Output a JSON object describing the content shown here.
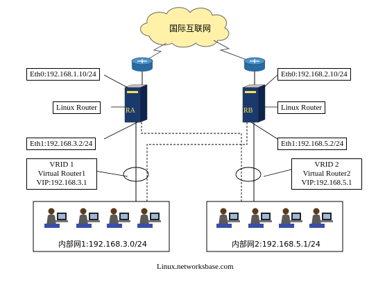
{
  "cloud": {
    "label": "国际互联网"
  },
  "routers": [
    {
      "name": "RA",
      "eth0": "Eth0:192.168.1.10/24",
      "eth1": "Eth1:192.168.3.2/24",
      "role": "Linux Router"
    },
    {
      "name": "RB",
      "eth0": "Eth0:192.168.2.10/24",
      "eth1": "Eth1:192.168.5.2/24",
      "role": "Linux Router"
    }
  ],
  "vrids": [
    {
      "line1": "VRID 1",
      "line2": "Virtual Router1",
      "line3": "VIP:192.168.3.1"
    },
    {
      "line1": "VRID 2",
      "line2": "Virtual Router2",
      "line3": "VIP:192.168.5.1"
    }
  ],
  "networks": [
    {
      "label": "内部网1:192.168.3.0/24"
    },
    {
      "label": "内部网2:192.168.5.1/24"
    }
  ],
  "credit": "Linux.networksbase.com",
  "colors": {
    "cloud": "#fff2a8",
    "router_body": "#1a3a6e",
    "router_accent": "#ffe24a",
    "router_icon": "#2a6aa0"
  }
}
